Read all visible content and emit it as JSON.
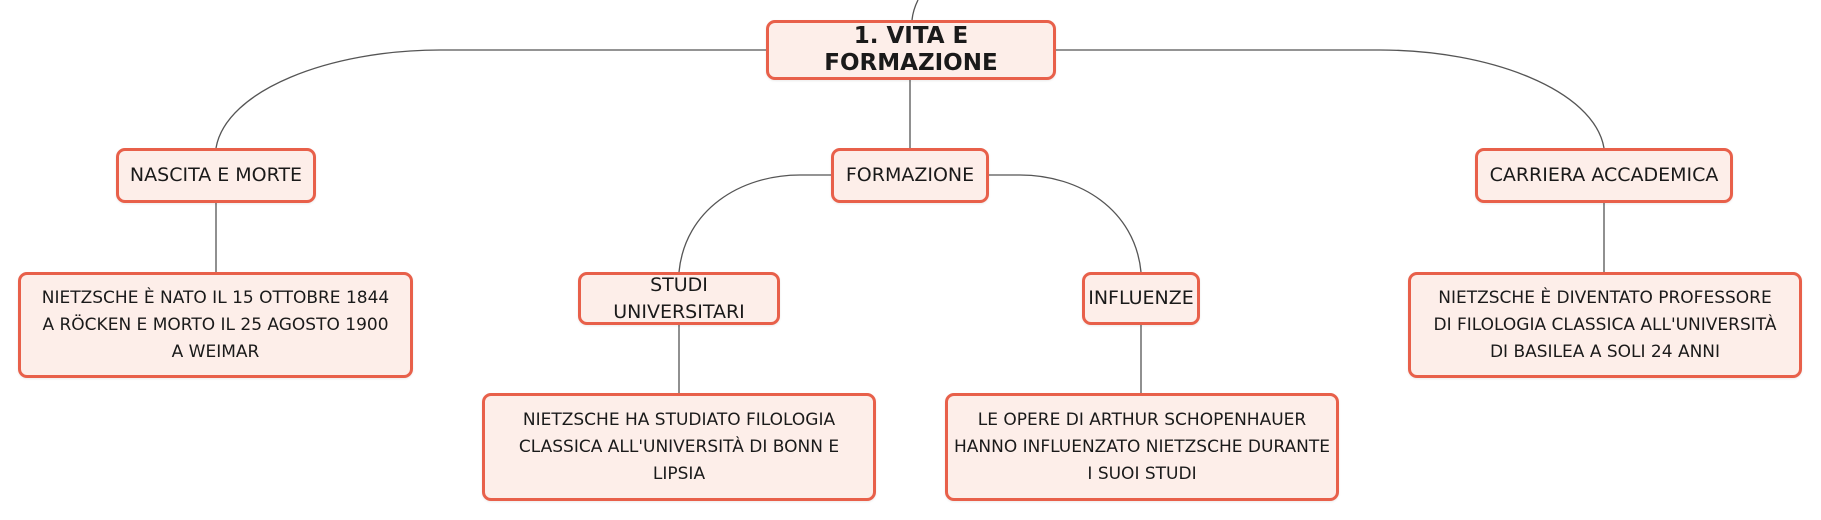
{
  "mindmap": {
    "root": {
      "label": "1. VITA E FORMAZIONE"
    },
    "nascita": {
      "label": "NASCITA E MORTE",
      "detail": "NIETZSCHE È NATO IL 15 OTTOBRE 1844 A RÖCKEN E MORTO IL 25 AGOSTO 1900 A WEIMAR"
    },
    "formazione": {
      "label": "FORMAZIONE",
      "studi": {
        "label": "STUDI UNIVERSITARI",
        "detail": "NIETZSCHE HA STUDIATO FILOLOGIA CLASSICA ALL'UNIVERSITÀ DI BONN E LIPSIA"
      },
      "influenze": {
        "label": "INFLUENZE",
        "detail": "LE OPERE DI ARTHUR SCHOPENHAUER HANNO INFLUENZATO NIETZSCHE DURANTE I SUOI STUDI"
      }
    },
    "carriera": {
      "label": "CARRIERA ACCADEMICA",
      "detail": "NIETZSCHE È DIVENTATO PROFESSORE DI FILOLOGIA CLASSICA ALL'UNIVERSITÀ DI BASILEA A SOLI 24 ANNI"
    }
  },
  "colors": {
    "node_border": "#e8604a",
    "node_fill": "#fdeee9",
    "connector": "#555555",
    "text": "#1a1a1a"
  }
}
